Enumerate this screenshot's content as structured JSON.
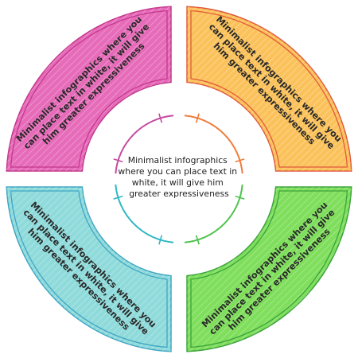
{
  "diagram": {
    "center_text_lines": [
      "Minimalist infographics",
      "where you can place text in",
      "white, it will give him",
      "greater expressiveness"
    ],
    "segments": [
      {
        "name": "top-left",
        "fill": "#e66bb9",
        "stroke": "#c4378c",
        "text_lines": [
          "Minimalist infographics where you",
          "can place text in white, it will give",
          "him greater expressiveness"
        ]
      },
      {
        "name": "top-right",
        "fill": "#fbc25b",
        "stroke": "#e05a3a",
        "text_lines": [
          "Minimalist infographics where you",
          "can place text in white, it will give",
          "him greater expressiveness"
        ]
      },
      {
        "name": "bottom-left",
        "fill": "#8fdada",
        "stroke": "#3fa6c4",
        "text_lines": [
          "Minimalist infographics where you",
          "can place text in white, it will give",
          "him greater expressiveness"
        ]
      },
      {
        "name": "bottom-right",
        "fill": "#7fde5c",
        "stroke": "#3aa33a",
        "text_lines": [
          "Minimalist infographics where you",
          "can place text in white, it will give",
          "him greater expressiveness"
        ]
      }
    ],
    "inner_ring_colors": [
      "#c64aa0",
      "#f07b3a",
      "#2fb7c4",
      "#4cc34c"
    ]
  }
}
